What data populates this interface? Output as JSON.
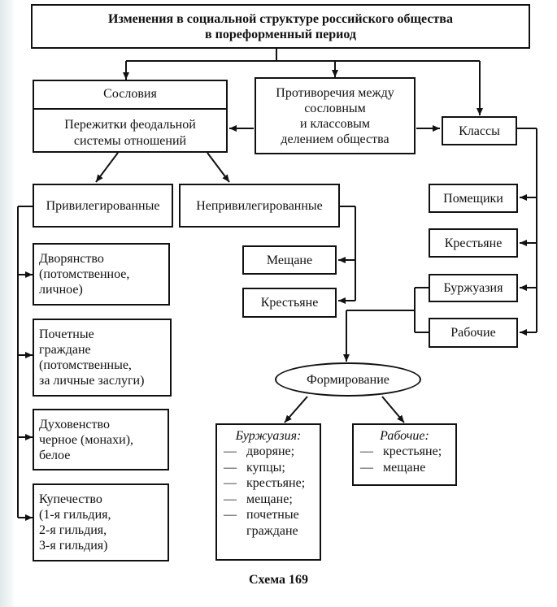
{
  "title": {
    "line1": "Изменения в социальной структуре российского общества",
    "line2": "в пореформенный период"
  },
  "estates": {
    "label": "Сословия",
    "subtitle_line1": "Пережитки феодальной",
    "subtitle_line2": "системы отношений"
  },
  "contradictions": {
    "line1": "Противоречия между",
    "line2": "сословным",
    "line3": "и классовым",
    "line4": "делением общества"
  },
  "classes": {
    "label": "Классы",
    "items": [
      "Помещики",
      "Крестьяне",
      "Буржуазия",
      "Рабочие"
    ]
  },
  "privileged": {
    "label": "Привилегированные",
    "groups": [
      [
        "Дворянство",
        "(потомственное,",
        "личное)"
      ],
      [
        "Почетные",
        "граждане",
        "(потомственные,",
        "за личные заслуги)"
      ],
      [
        "Духовенство",
        "черное (монахи),",
        "белое"
      ],
      [
        "Купечество",
        "(1-я гильдия,",
        "2-я гильдия,",
        "3-я гильдия)"
      ]
    ]
  },
  "unprivileged": {
    "label": "Непривилегированные",
    "items": [
      "Мещане",
      "Крестьяне"
    ]
  },
  "formation": {
    "label": "Формирование",
    "bourgeoisie": {
      "title": "Буржуазия:",
      "items": [
        "дворяне;",
        "купцы;",
        "крестьяне;",
        "мещане;",
        "почетные граждане"
      ]
    },
    "workers": {
      "title": "Рабочие:",
      "items": [
        "крестьяне;",
        "мещане"
      ]
    }
  },
  "dash": "—",
  "caption": "Схема 169"
}
